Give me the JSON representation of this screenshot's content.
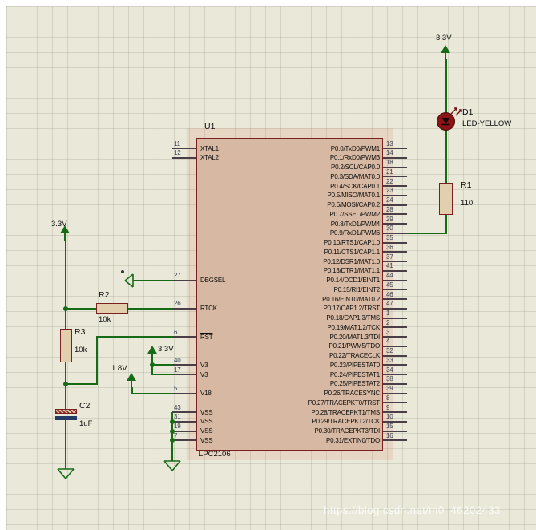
{
  "watermark": "https://blog.csdn.net/m0_46202433",
  "chip": {
    "ref": "U1",
    "part": "LPC2106",
    "left_pins": [
      {
        "num": "11",
        "name": "XTAL1",
        "row": 0
      },
      {
        "num": "12",
        "name": "XTAL2",
        "row": 1
      },
      {
        "num": "27",
        "name": "DBGSEL",
        "row": 14
      },
      {
        "num": "26",
        "name": "RTCK",
        "row": 17
      },
      {
        "num": "6",
        "name": "RST",
        "row": 20,
        "overline": true
      },
      {
        "num": "40",
        "name": "V3",
        "row": 23
      },
      {
        "num": "17",
        "name": "V3",
        "row": 24
      },
      {
        "num": "5",
        "name": "V18",
        "row": 26
      },
      {
        "num": "43",
        "name": "VSS",
        "row": 28
      },
      {
        "num": "31",
        "name": "VSS",
        "row": 29
      },
      {
        "num": "19",
        "name": "VSS",
        "row": 30
      },
      {
        "num": "7",
        "name": "VSS",
        "row": 31
      }
    ],
    "right_pins": [
      {
        "num": "13",
        "name": "P0.0/TxD0/PWM1"
      },
      {
        "num": "14",
        "name": "P0.1/RxD0/PWM3"
      },
      {
        "num": "18",
        "name": "P0.2/SCL/CAP0.0"
      },
      {
        "num": "21",
        "name": "P0.3/SDA/MAT0.0"
      },
      {
        "num": "22",
        "name": "P0.4/SCK/CAP0.1"
      },
      {
        "num": "23",
        "name": "P0.5/MISO/MAT0.1"
      },
      {
        "num": "24",
        "name": "P0.6/MOSI/CAP0.2"
      },
      {
        "num": "28",
        "name": "P0.7/SSEL/PWM2"
      },
      {
        "num": "29",
        "name": "P0.8/TxD1/PWM4"
      },
      {
        "num": "30",
        "name": "P0.9/RxD1/PWM6"
      },
      {
        "num": "35",
        "name": "P0.10/RTS1/CAP1.0"
      },
      {
        "num": "36",
        "name": "P0.11/CTS1/CAP1.1"
      },
      {
        "num": "37",
        "name": "P0.12/DSR1/MAT1.0"
      },
      {
        "num": "41",
        "name": "P0.13/DTR1/MAT1.1"
      },
      {
        "num": "44",
        "name": "P0.14/DCD1/EINT1"
      },
      {
        "num": "45",
        "name": "P0.15/RI1/EINT2"
      },
      {
        "num": "46",
        "name": "P0.16/EINT0/MAT0.2"
      },
      {
        "num": "47",
        "name": "P0.17/CAP1.2/TRST"
      },
      {
        "num": "1",
        "name": "P0.18/CAP1.3/TMS"
      },
      {
        "num": "2",
        "name": "P0.19/MAT1.2/TCK"
      },
      {
        "num": "3",
        "name": "P0.20/MAT1.3/TDI"
      },
      {
        "num": "4",
        "name": "P0.21/PWM5/TDO"
      },
      {
        "num": "32",
        "name": "P0.22/TRACECLK"
      },
      {
        "num": "33",
        "name": "P0.23/PIPESTAT0"
      },
      {
        "num": "34",
        "name": "P0.24/PIPESTAT1"
      },
      {
        "num": "38",
        "name": "P0.25/PIPESTAT2"
      },
      {
        "num": "39",
        "name": "P0.26/TRACESYNC"
      },
      {
        "num": "8",
        "name": "P0.27/TRACEPKT0/TRST"
      },
      {
        "num": "9",
        "name": "P0.28/TRACEPKT1/TMS"
      },
      {
        "num": "10",
        "name": "P0.29/TRACEPKT2/TCK"
      },
      {
        "num": "15",
        "name": "P0.30/TRACEPKT3/TDI"
      },
      {
        "num": "16",
        "name": "P0.31/EXTIN0/TDO"
      }
    ]
  },
  "components": {
    "D1": {
      "ref": "D1",
      "value": "LED-YELLOW"
    },
    "R1": {
      "ref": "R1",
      "value": "110"
    },
    "R2": {
      "ref": "R2",
      "value": "10k"
    },
    "R3": {
      "ref": "R3",
      "value": "10k"
    },
    "C2": {
      "ref": "C2",
      "value": "1uF"
    }
  },
  "power": {
    "vcc_top": "3.3V",
    "vcc_left": "3.3V",
    "vcc_v3": "3.3V",
    "vcc_v18": "1.8V"
  },
  "colors": {
    "wire": "#176b17",
    "component_outline": "#7a2020",
    "chip_fill": "#d7b9a3",
    "selection_halo": "#edd2c4",
    "led_body": "#8b1414",
    "sheet_background": "#e9e8d9"
  }
}
